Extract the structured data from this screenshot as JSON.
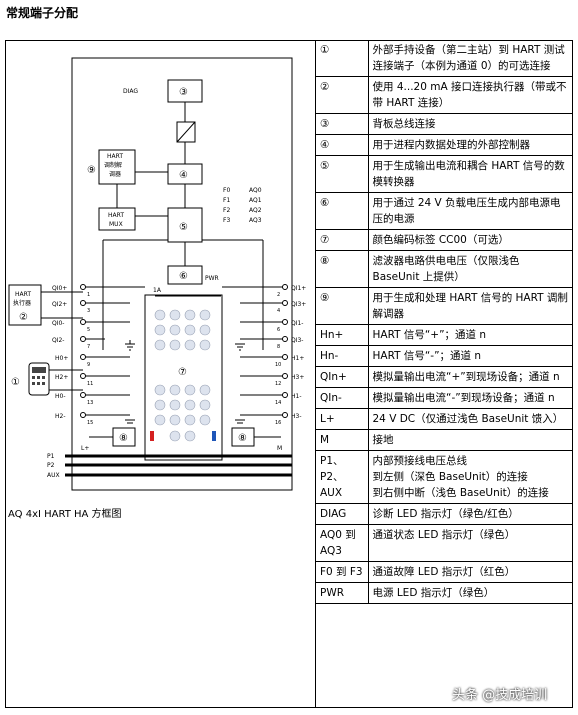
{
  "page": {
    "title": "常规端子分配",
    "caption": "AQ 4xI HART HA 方框图"
  },
  "diagram": {
    "numbers": [
      "①",
      "②",
      "③",
      "④",
      "⑤",
      "⑥",
      "⑦",
      "⑧",
      "⑧",
      "⑨"
    ],
    "labels": {
      "diag": "DIAG",
      "hart_modem_l1": "HART",
      "hart_modem_l2": "调制解",
      "hart_modem_l3": "调器",
      "hart_mux_l1": "HART",
      "hart_mux_l2": "MUX",
      "hart_actuator_l1": "HART",
      "hart_actuator_l2": "执行器",
      "pwr": "PWR",
      "fuse": "1A",
      "f_labels": [
        "F0",
        "F1",
        "F2",
        "F3"
      ],
      "aq_labels": [
        "AQ0",
        "AQ1",
        "AQ2",
        "AQ3"
      ],
      "left_terms": [
        "QI0+",
        "QI2+",
        "QI0-",
        "QI2-",
        "H0+",
        "H2+",
        "H0-",
        "H2-",
        "L+"
      ],
      "right_terms": [
        "QI1+",
        "QI3+",
        "QI1-",
        "QI3-",
        "H1+",
        "H3+",
        "H1-",
        "H3-",
        "M"
      ],
      "pin_left": [
        "1",
        "3",
        "5",
        "7",
        "9",
        "11",
        "13",
        "15"
      ],
      "pin_right": [
        "2",
        "4",
        "6",
        "8",
        "10",
        "12",
        "14",
        "16"
      ],
      "bus": [
        "P1",
        "P2",
        "AUX"
      ]
    }
  },
  "legend": [
    {
      "k": "①",
      "v": "外部手持设备（第二主站）到 HART 测试连接端子（本例为通道 0）的可选连接"
    },
    {
      "k": "②",
      "v": "使用 4...20 mA 接口连接执行器（带或不带 HART 连接）"
    },
    {
      "k": "③",
      "v": "背板总线连接"
    },
    {
      "k": "④",
      "v": "用于进程内数据处理的外部控制器"
    },
    {
      "k": "⑤",
      "v": "用于生成输出电流和耦合 HART 信号的数模转换器"
    },
    {
      "k": "⑥",
      "v": "用于通过 24 V 负载电压生成内部电源电压的电源"
    },
    {
      "k": "⑦",
      "v": "颜色编码标签 CC00（可选）"
    },
    {
      "k": "⑧",
      "v": "滤波器电路供电电压（仅限浅色 BaseUnit 上提供）"
    },
    {
      "k": "⑨",
      "v": "用于生成和处理 HART 信号的 HART 调制解调器"
    },
    {
      "k": "Hn+",
      "v": "HART 信号“+”；通道 n"
    },
    {
      "k": "Hn-",
      "v": "HART 信号“-”；通道 n"
    },
    {
      "k": "QIn+",
      "v": "模拟量输出电流“+”到现场设备；通道 n"
    },
    {
      "k": "QIn-",
      "v": "模拟量输出电流“-”到现场设备；通道 n"
    },
    {
      "k": "L+",
      "v": "24 V DC（仅通过浅色 BaseUnit 馈入）"
    },
    {
      "k": "M",
      "v": "接地"
    },
    {
      "k": "P1、P2、AUX",
      "v": "内部预接线电压总线\n到左侧（深色 BaseUnit）的连接\n到右侧中断（浅色 BaseUnit）的连接"
    },
    {
      "k": "DIAG",
      "v": "诊断 LED 指示灯（绿色/红色）"
    },
    {
      "k": "AQ0 到 AQ3",
      "v": "通道状态 LED 指示灯（绿色）"
    },
    {
      "k": "F0 到 F3",
      "v": "通道故障 LED 指示灯（红色）"
    },
    {
      "k": "PWR",
      "v": "电源 LED 指示灯（绿色）"
    }
  ],
  "watermark": "头条 @技成培训"
}
